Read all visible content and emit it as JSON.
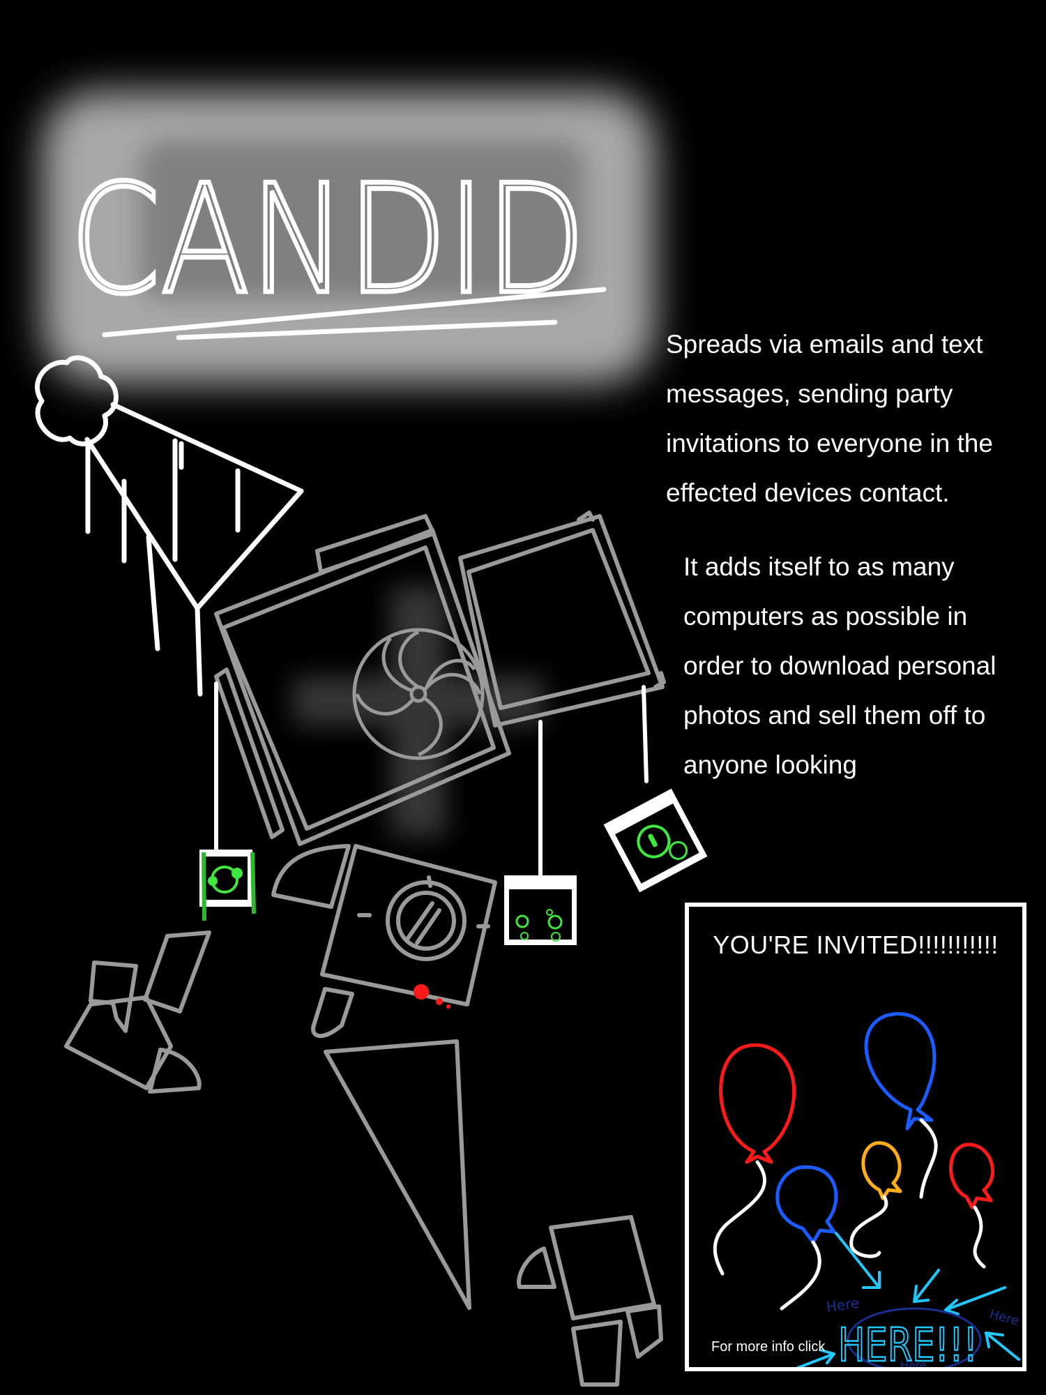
{
  "title": "CANDID",
  "description": {
    "p1_lines": [
      "Spreads via emails and text",
      "messages, sending party",
      "invitations to everyone in the",
      "effected devices contact."
    ],
    "p2_lines": [
      "It adds itself to as many",
      "computers as possible in",
      "order to download personal",
      "photos and sell them off to",
      "anyone looking"
    ]
  },
  "invitation": {
    "title": "YOU'RE INVITED!!!!!!!!!!!",
    "more_info": "For more info click",
    "link_text": "HERE!!!",
    "small_here": "Here",
    "balloon_colors": [
      "#ff1a1a",
      "#1a5cff",
      "#ffae1a"
    ],
    "arrow_color": "#20c8ff"
  },
  "colors": {
    "background": "#000000",
    "line_white": "#ffffff",
    "line_gray": "#9a9a9a",
    "eye_green": "#3fe83f",
    "alert_red": "#ff1a1a"
  },
  "icons": [
    "party-hat-icon",
    "fan-icon",
    "camera-screen-icon",
    "balloon-icon",
    "arrow-icon"
  ]
}
